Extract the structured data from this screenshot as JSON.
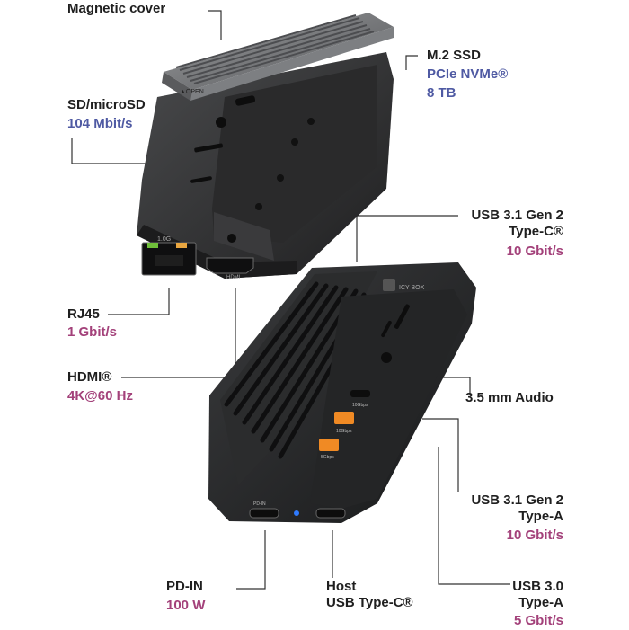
{
  "labels": {
    "magnetic_cover": "Magnetic cover",
    "m2_ssd": "M.2 SSD",
    "pcie_nvme": "PCIe NVMe®",
    "capacity": "8 TB",
    "sd_microsd": "SD/microSD",
    "sd_speed": "104 Mbit/s",
    "usb31_typec_line1": "USB 3.1 Gen 2",
    "usb31_typec_line2": "Type-C®",
    "usb31_typec_speed": "10 Gbit/s",
    "rj45": "RJ45",
    "rj45_speed": "1 Gbit/s",
    "hdmi": "HDMI®",
    "hdmi_res": "4K@60 Hz",
    "audio": "3.5 mm Audio",
    "usb31_typea_line1": "USB 3.1 Gen 2",
    "usb31_typea_line2": "Type-A",
    "usb31_typea_speed": "10 Gbit/s",
    "pd_in": "PD-IN",
    "pd_power": "100 W",
    "host_line1": "Host",
    "host_line2": "USB Type-C®",
    "usb30_line1": "USB 3.0",
    "usb30_line2": "Type-A",
    "usb30_speed": "5 Gbit/s"
  },
  "device_markings": {
    "open": "▲OPEN",
    "brand": "ICY BOX",
    "lan": "1.0G",
    "hdmi_port": "HDMI",
    "c10": "10Gbps",
    "a10": "10Gbps",
    "a5": "5Gbps",
    "pd": "PD-IN"
  },
  "colors": {
    "blue_accent": "#4f5aa3",
    "pink_accent": "#a3417a",
    "usb_orange": "#f08a24",
    "body": "#2e2e2f"
  }
}
